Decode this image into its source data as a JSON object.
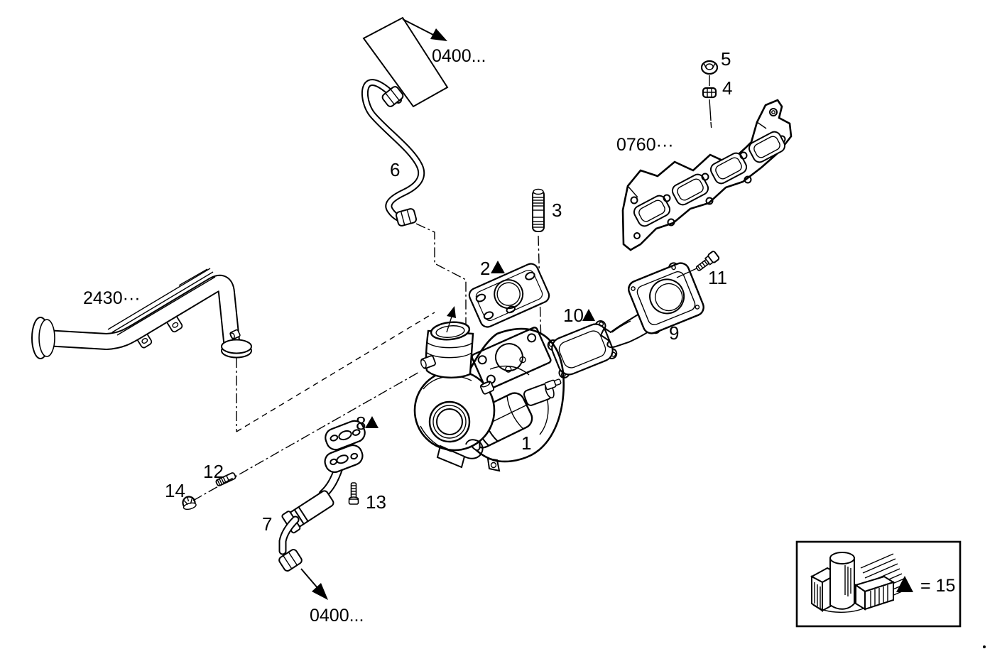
{
  "figure": {
    "background": "#ffffff",
    "line_color": "#000000",
    "parts": {
      "p1": "1",
      "p2": "2",
      "p3": "3",
      "p4": "4",
      "p5": "5",
      "p6": "6",
      "p7": "7",
      "p8": "8",
      "p9": "9",
      "p10": "10",
      "p11": "11",
      "p12": "12",
      "p13": "13",
      "p14": "14"
    },
    "refs": {
      "flow_top": "0400...",
      "flow_bottom": "0400...",
      "manifold": "0760···",
      "intake_pipe": "2430···"
    },
    "legend": {
      "marker": "▲",
      "equals": "= 15"
    }
  }
}
